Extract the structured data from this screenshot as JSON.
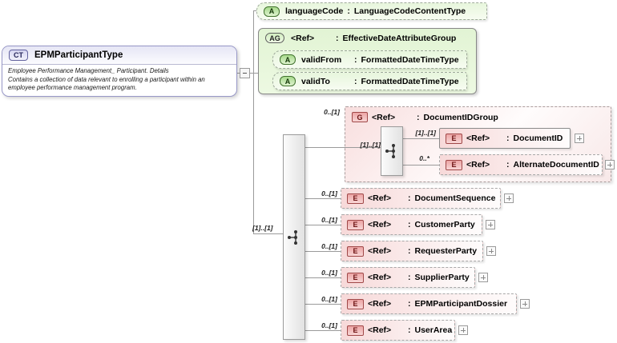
{
  "labels": {
    "sep": ":"
  },
  "root": {
    "badge": "CT",
    "title": "EPMParticipantType",
    "description_lines": [
      "Employee Performance Management_ Participant. Details",
      "Contains a collection of data relevant to enrolling a participant within an",
      "employee performance management program."
    ]
  },
  "language_attribute": {
    "badge": "A",
    "name": "languageCode",
    "type": "LanguageCodeContentType"
  },
  "attribute_group": {
    "badge": "AG",
    "ref": "<Ref>",
    "name": "EffectiveDateAttributeGroup",
    "attributes": [
      {
        "badge": "A",
        "name": "validFrom",
        "type": "FormattedDateTimeType"
      },
      {
        "badge": "A",
        "name": "validTo",
        "type": "FormattedDateTimeType"
      }
    ]
  },
  "sequence": {
    "cardinality": "[1]..[1]"
  },
  "document_id_group": {
    "badge": "G",
    "ref": "<Ref>",
    "name": "DocumentIDGroup",
    "cardinality": "0..[1]",
    "sequence_cardinality": "[1]..[1]",
    "children": [
      {
        "badge": "E",
        "ref": "<Ref>",
        "name": "DocumentID",
        "cardinality": "[1]..[1]"
      },
      {
        "badge": "E",
        "ref": "<Ref>",
        "name": "AlternateDocumentID",
        "cardinality": "0..*"
      }
    ]
  },
  "elements": [
    {
      "badge": "E",
      "ref": "<Ref>",
      "name": "DocumentSequence",
      "cardinality": "0..[1]"
    },
    {
      "badge": "E",
      "ref": "<Ref>",
      "name": "CustomerParty",
      "cardinality": "0..[1]"
    },
    {
      "badge": "E",
      "ref": "<Ref>",
      "name": "RequesterParty",
      "cardinality": "0..[1]"
    },
    {
      "badge": "E",
      "ref": "<Ref>",
      "name": "SupplierParty",
      "cardinality": "0..[1]"
    },
    {
      "badge": "E",
      "ref": "<Ref>",
      "name": "EPMParticipantDossier",
      "cardinality": "0..[1]"
    },
    {
      "badge": "E",
      "ref": "<Ref>",
      "name": "UserArea",
      "cardinality": "0..[1]"
    }
  ],
  "colors": {
    "green_fill": "#e7f6dc",
    "pink_fill": "#f7d9d9",
    "line": "#9a9a9a",
    "ct_border": "#9898c8"
  }
}
